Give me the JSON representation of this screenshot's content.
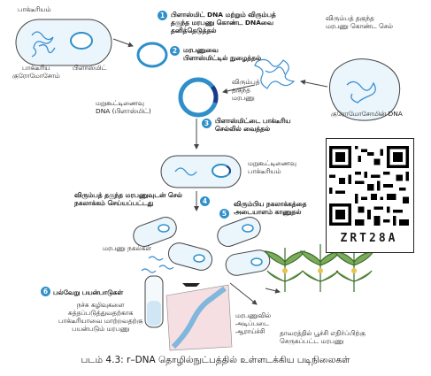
{
  "labels": {
    "bacterium": "பாக்டீரியம்",
    "bact_chromosome": "பாக்டீரிய\nகுரோமோசோம்",
    "plasmid": "பிளாஸ்மிட்",
    "recombinant_dna": "மறுகூட்டிணைவு\nDNA (பிளாஸ்மிட்)",
    "donor_cell": "விரும்பத் தகுந்த\nமரபணு கொண்ட செல்",
    "chrom_dna": "குரோமோசோமின் DNA",
    "wanted_gene": "விரும்பத்\nதகுந்த\nமரபணு",
    "recombinant_bacterium": "மறுகூட்டிணைவு\nபாக்டீரியம்",
    "gene_copies": "மரபணு நகல்கள்",
    "gene_uses": "மரபணுவில்\nஅடிப்படை\nஆராய்ச்சி",
    "pest_plants": "தாவரத்தில் பூச்சி எதிர்ப்பிற்கு\nசெருகப்பட்ட மரபணு",
    "toxic_waste": "நச்சு கழிவுகளை\nசுத்தப்படுத்துவதற்காக\nபாக்டீரியாவை மாற்றவதற்கு\nபயன்படும் மரபணு"
  },
  "steps": [
    {
      "num": "1",
      "text": "பிளாஸ்மிட் DNA மற்றும் விரும்பத்\nதகுந்த மரபணு கொண்ட DNAவை\nதனித்தெடுத்தல்"
    },
    {
      "num": "2",
      "text": "மரபணுவை\nபிளாஸ்மிட்டில் நுழைத்தல்"
    },
    {
      "num": "3",
      "text": "பிளாஸ்மிட்டை பாக்டீரிய\nசெல்லில் வைத்தல்"
    },
    {
      "num": "4",
      "text": "விரும்பத் தகுந்த மரபணுவுடன் செல்\nநகலாக்கம் செய்யப்பட்டது"
    },
    {
      "num": "5",
      "text": "விரும்பிய நகலாக்கத்தை\nஅடையாளம் காணுதல்"
    },
    {
      "num": "6",
      "text": "பல்வேறு பயன்பாடுகள்"
    }
  ],
  "qr_text": "ZRT28A",
  "caption": "படம் 4.3: r–DNA தொழில்நுட்பத்தில் உள்ளடக்கிய படிநிலைகள்",
  "colors": {
    "plasmid_ring": "#2e8fc9",
    "plasmid_fill": "#d9eef9",
    "gene": "#1a3b8c",
    "step_badge": "#2e8fc9",
    "dna_strand": "#3b8fd1"
  }
}
